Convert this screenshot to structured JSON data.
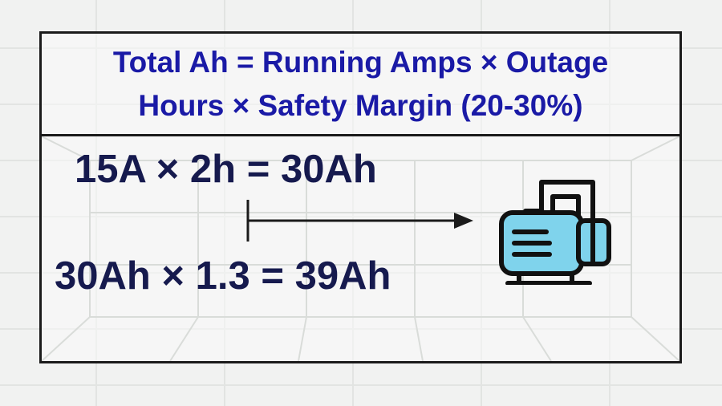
{
  "formula": {
    "line1": "Total Ah = Running Amps × Outage",
    "line2": "Hours × Safety Margin (20-30%)"
  },
  "calculations": {
    "step1": "15A × 2h = 30Ah",
    "step2": "30Ah × 1.3 = 39Ah"
  },
  "icon": "vacuum-pump-icon",
  "colors": {
    "formula_text": "#1a1aa6",
    "calc_text": "#161a4e",
    "border": "#1b1b1b",
    "pump_fill": "#7fd3ec",
    "pump_outline": "#111111"
  }
}
